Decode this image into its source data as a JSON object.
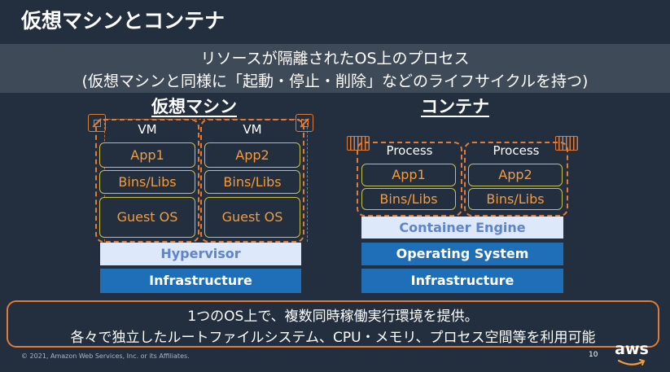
{
  "slide": {
    "title": "仮想マシンとコンテナ",
    "banner_line1": "リソースが隔離されたOS上のプロセス",
    "banner_line2": "(仮想マシンと同様に「起動・停止・削除」などのライフサイクルを持つ)",
    "page_number": "10",
    "footer": "© 2021, Amazon Web Services, Inc. or its Affiliates.",
    "logo_text": "aws"
  },
  "vm_column": {
    "heading": "仮想マシン",
    "vms": [
      {
        "label": "VM",
        "app": "App1",
        "bins": "Bins/Libs",
        "guest": "Guest OS"
      },
      {
        "label": "VM",
        "app": "App2",
        "bins": "Bins/Libs",
        "guest": "Guest OS"
      }
    ],
    "hypervisor": "Hypervisor",
    "infrastructure": "Infrastructure"
  },
  "container_column": {
    "heading": "コンテナ",
    "processes": [
      {
        "label": "Process",
        "app": "App1",
        "bins": "Bins/Libs"
      },
      {
        "label": "Process",
        "app": "App2",
        "bins": "Bins/Libs"
      }
    ],
    "engine": "Container Engine",
    "os": "Operating System",
    "infrastructure": "Infrastructure"
  },
  "summary": {
    "line1": "1つのOS上で、複数同時稼働実行環境を提供。",
    "line2": "各々で独立したルートファイルシステム、CPU・メモリ、プロセス空間等を利用可能"
  },
  "colors": {
    "background": "#232f3e",
    "accent_orange": "#e07b39",
    "box_text_orange": "#f39c3d",
    "infra_blue": "#1f6fb8",
    "pale_blue": "#dde8fa"
  },
  "icons": [
    "cpu-chip-icon",
    "memory-module-icon",
    "aws-logo"
  ]
}
